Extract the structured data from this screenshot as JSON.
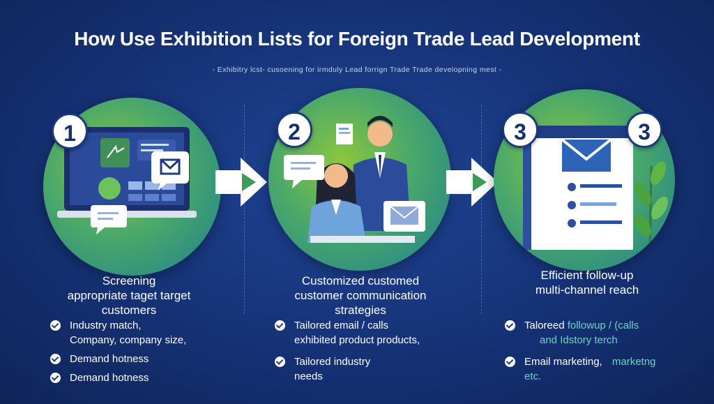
{
  "title": "How Use Exhibition Lists for Foreign Trade Lead Development",
  "subtitle": "- Exhibitry lcst- cusoening for irmduly Lead forrign Trade Trade developning mest -",
  "steps": [
    {
      "number": "1",
      "heading": [
        "Screening",
        "appropriate taget target",
        "customers"
      ],
      "bullets": [
        {
          "lines": [
            "Industry match,",
            "Company, company size,"
          ]
        },
        {
          "lines": [
            "Demand hotness"
          ]
        },
        {
          "lines": [
            "Demand hotness"
          ]
        }
      ],
      "icons": [
        "laptop-icon",
        "email-icon",
        "chat-bubble-icon"
      ]
    },
    {
      "number": "2",
      "heading": [
        "Customized customed",
        "customer communication",
        "strategies"
      ],
      "bullets": [
        {
          "lines": [
            "Tailored email / calls",
            "exhibited product products,"
          ]
        },
        {
          "lines": [
            "Tailored industry",
            "needs"
          ]
        }
      ],
      "icons": [
        "businessman-icon",
        "businesswoman-icon",
        "chat-bubble-icon",
        "email-icon"
      ]
    },
    {
      "number": "3",
      "number_duplicate": "3",
      "heading": [
        "Efficient follow-up",
        "multi-channel reach"
      ],
      "bullets": [
        {
          "lines_prefix": "Taloreed",
          "lines_teal": "followup / (calls",
          "line2": "and Idstory terch"
        },
        {
          "lines_prefix": "Email marketing,",
          "lines_teal": "marketng",
          "line2": "etc."
        }
      ],
      "icons": [
        "document-icon",
        "envelope-icon",
        "plant-icon"
      ]
    }
  ],
  "colors": {
    "background": "#17357c",
    "circle_green": "#8cc63f",
    "circle_teal": "#1f7f8e",
    "accent_teal": "#6fd3c4"
  }
}
